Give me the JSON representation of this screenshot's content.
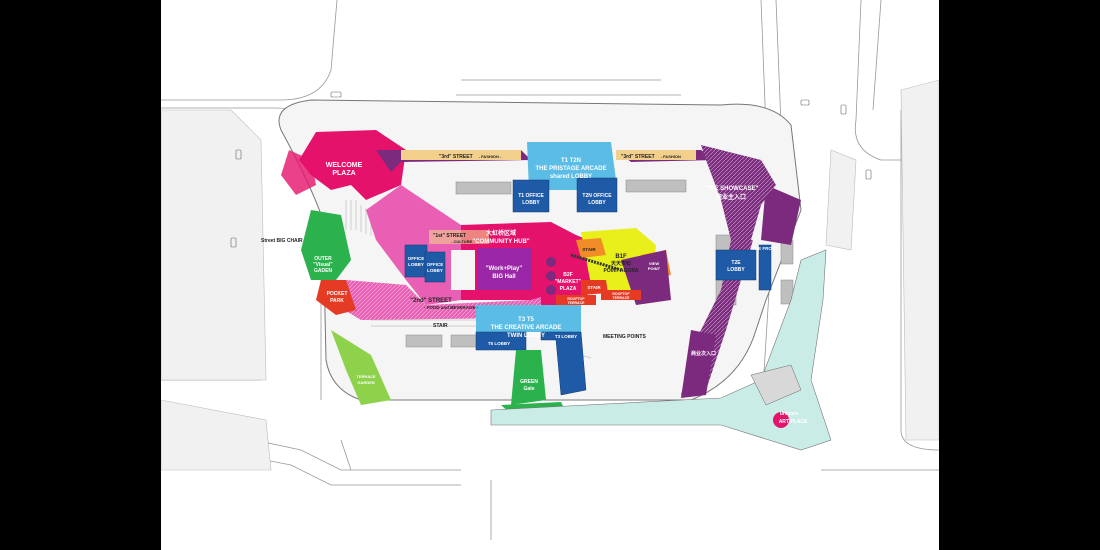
{
  "labels": {
    "welcome_plaza_1": "WELCOME",
    "welcome_plaza_2": "PLAZA",
    "third_street_left": "\"3rd\" STREET",
    "third_street_left_sub": "- FASHION -",
    "third_street_right": "\"3rd\" STREET",
    "third_street_right_sub": "- FASHION",
    "t1t2n_1": "T1 T2N",
    "t1t2n_2": "THE PRISTAGE ARCADE",
    "t1t2n_3": "shared LOBBY",
    "t1_office_1": "T1 OFFICE",
    "t1_office_2": "LOBBY",
    "t2n_office_1": "T2N OFFICE",
    "t2n_office_2": "LOBBY",
    "showcase_1": "\"THE SHOWCASE\"",
    "showcase_2": "商业主入口",
    "street_big_chair": "Street BIG CHAIR",
    "outer_visual_1": "OUTER",
    "outer_visual_2": "\"Visual\"",
    "outer_visual_3": "GADEN",
    "first_street": "\"1st\" STREET",
    "first_street_sub": "- CULTURE",
    "office_lobby_a_1": "OFFICE",
    "office_lobby_a_2": "LOBBY",
    "office_lobby_b_1": "OFFICE",
    "office_lobby_b_2": "LOBBY",
    "community_hub_1": "大虹桥区域",
    "community_hub_2": "\"COMMUNITY HUB\"",
    "work_play_1": "\"Work+Play\"",
    "work_play_2": "BIG Hall",
    "stair_right": "STAIR",
    "b1f_1": "B1F",
    "b1f_2": "天天安石",
    "b1f_3": "POINT AGORA",
    "view_point_1": "VIEW",
    "view_point_2": "POINT",
    "t2e_1": "T2E",
    "t2e_2": "LOBBY",
    "the_front": "THE FRONT",
    "b2f_1": "B2F",
    "b2f_2": "\"MARKET\"",
    "b2f_3": "PLAZA",
    "stair_small": "STAIR",
    "rooftop_1_a": "ROOFTOP",
    "rooftop_1_b": "TERRACE",
    "rooftop_2_a": "ROOFTOP",
    "rooftop_2_b": "TERRACE",
    "pocket_park_1": "POCKET",
    "pocket_park_2": "PARK",
    "second_street": "\"2nd\" STREET",
    "second_street_sub": "- FOOD and BEVERAGE -",
    "stair_left": "STAIR",
    "t3t5_1": "T3 T5",
    "t3t5_2": "THE CREATIVE ARCADE",
    "t3t5_3": "TWIN LOBBY",
    "t5_lobby": "T5 LOBBY",
    "t3_lobby": "T3 LOBBY",
    "meeting_points": "MEETING POINTS",
    "secondary_entrance": "商业次入口",
    "green_gate_1": "GREEN",
    "green_gate_2": "Gate",
    "terrace_left_1": "TERRACE",
    "terrace_left_2": "GARDEN",
    "unicorn_1": "unicorn",
    "unicorn_2": "ART PLACE"
  },
  "colors": {
    "magenta": "#e5126b",
    "purple": "#7b2a7e",
    "light_blue": "#5bbde6",
    "dark_blue": "#1f5aa6",
    "green": "#2bb24c",
    "light_green": "#8ed14b",
    "yellow": "#e8ef1a",
    "orange": "#f28c28",
    "red": "#e53a24",
    "violet": "#9b27a8",
    "pink": "#e85fb4",
    "mint": "#c9ece7",
    "tan": "#f2d08c",
    "road_gray": "#8a8a8a"
  }
}
